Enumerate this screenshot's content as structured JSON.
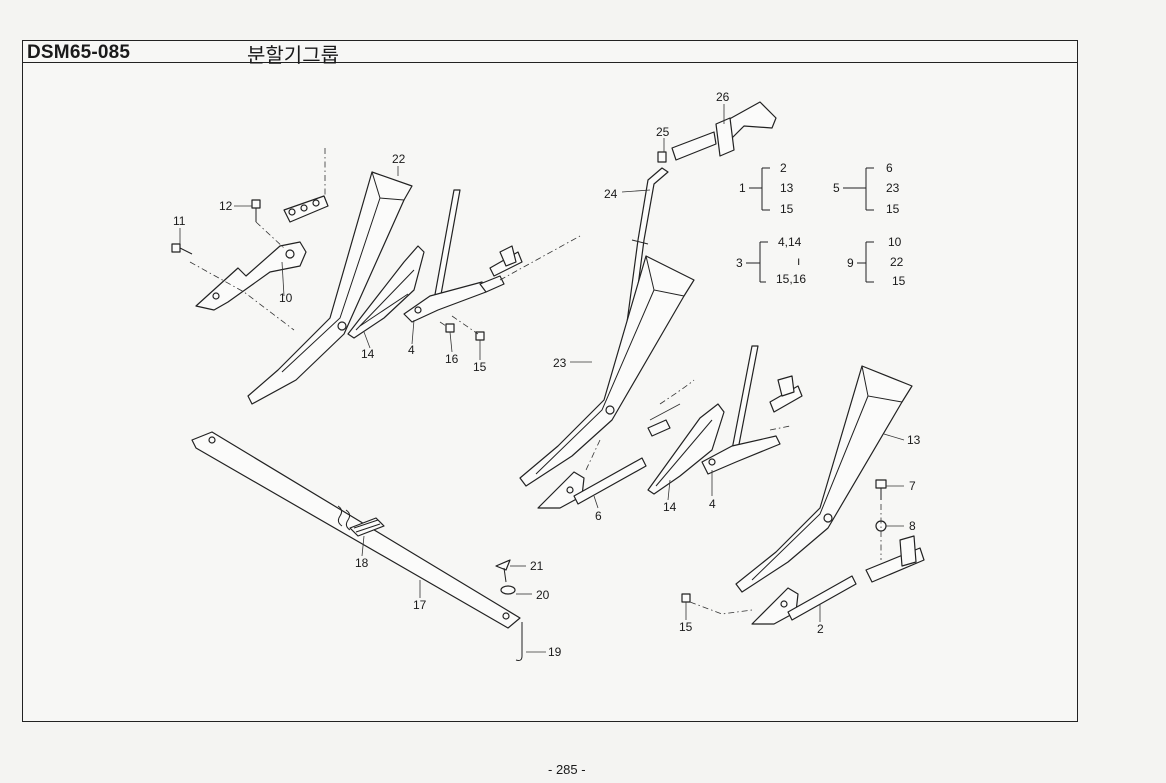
{
  "header": {
    "model_code": "DSM65-085",
    "group_title": "분할기그룹"
  },
  "footer": {
    "page_number": "- 285 -"
  },
  "callouts": [
    {
      "id": "22",
      "label": "22"
    },
    {
      "id": "12",
      "label": "12"
    },
    {
      "id": "11",
      "label": "11"
    },
    {
      "id": "10",
      "label": "10"
    },
    {
      "id": "14a",
      "label": "14"
    },
    {
      "id": "4a",
      "label": "4"
    },
    {
      "id": "16",
      "label": "16"
    },
    {
      "id": "15a",
      "label": "15"
    },
    {
      "id": "26",
      "label": "26"
    },
    {
      "id": "25",
      "label": "25"
    },
    {
      "id": "24",
      "label": "24"
    },
    {
      "id": "23",
      "label": "23"
    },
    {
      "id": "13",
      "label": "13"
    },
    {
      "id": "6",
      "label": "6"
    },
    {
      "id": "14b",
      "label": "14"
    },
    {
      "id": "4b",
      "label": "4"
    },
    {
      "id": "7",
      "label": "7"
    },
    {
      "id": "8",
      "label": "8"
    },
    {
      "id": "18",
      "label": "18"
    },
    {
      "id": "21",
      "label": "21"
    },
    {
      "id": "20",
      "label": "20"
    },
    {
      "id": "17",
      "label": "17"
    },
    {
      "id": "19",
      "label": "19"
    },
    {
      "id": "15b",
      "label": "15"
    },
    {
      "id": "2",
      "label": "2"
    }
  ],
  "assemblies": [
    {
      "id": "1",
      "parent": "1",
      "children": [
        "2",
        "13",
        "15"
      ]
    },
    {
      "id": "5",
      "parent": "5",
      "children": [
        "6",
        "23",
        "15"
      ]
    },
    {
      "id": "3",
      "parent": "3",
      "children": [
        "4,14",
        "ı",
        "15,16"
      ]
    },
    {
      "id": "9",
      "parent": "9",
      "children": [
        "10",
        "22",
        "15"
      ]
    }
  ]
}
